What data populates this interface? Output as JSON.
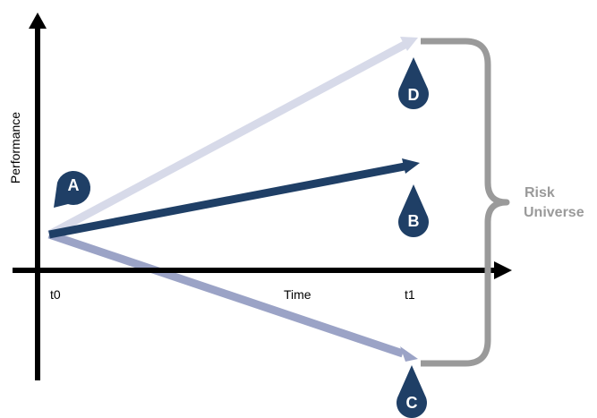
{
  "axes": {
    "y_label": "Performance",
    "x_label": "Time",
    "t0_label": "t0",
    "t1_label": "t1"
  },
  "markers": {
    "a": "A",
    "b": "B",
    "c": "C",
    "d": "D"
  },
  "risk_universe": {
    "line1": "Risk",
    "line2": "Universe"
  },
  "colors": {
    "axis": "#000000",
    "dark_blue": "#1f3f66",
    "light_blue": "#d7dae9",
    "mid_blue": "#9ba3c6",
    "brace_gray": "#9a9a9a",
    "text_gray": "#9a9a9a"
  }
}
